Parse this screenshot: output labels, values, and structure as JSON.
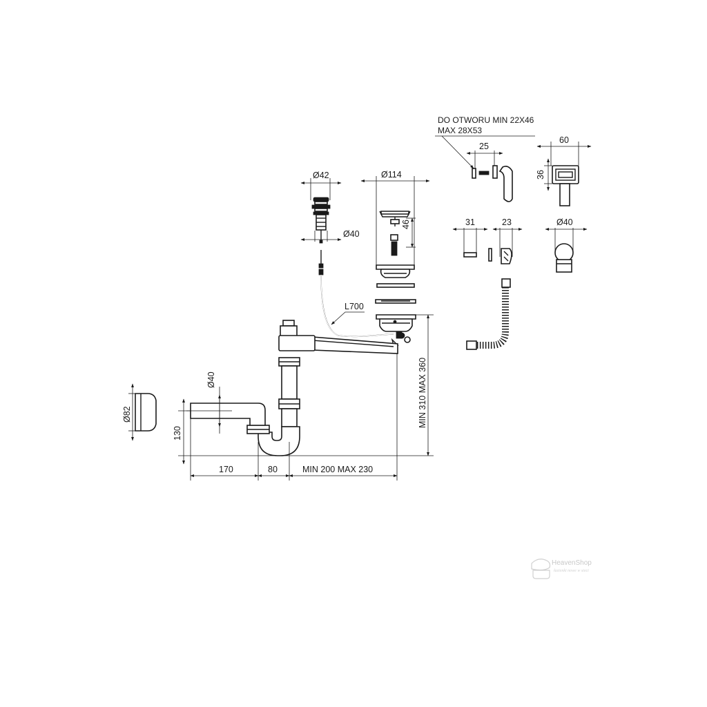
{
  "dimensions": {
    "d42": "Ø42",
    "d114": "Ø114",
    "d40_plug": "Ø40",
    "h46": "46",
    "l700": "L700",
    "w25": "25",
    "w60": "60",
    "h36": "36",
    "w31": "31",
    "w23": "23",
    "d40_overflow": "Ø40",
    "d40_outlet": "Ø40",
    "d82": "Ø82",
    "h130": "130",
    "w170": "170",
    "w80": "80",
    "w200_230": "MIN 200 MAX 230",
    "h310_360": "MIN 310 MAX 360"
  },
  "note": {
    "line1": "DO OTWORU MIN 22X46",
    "line2": "MAX 28X53"
  },
  "watermark": {
    "brand": "HeavenShop",
    "tagline": "łazienki nowe w sieci",
    "color": "#c8c8c8"
  },
  "colors": {
    "line": "#1a1a1a",
    "background": "#ffffff"
  }
}
